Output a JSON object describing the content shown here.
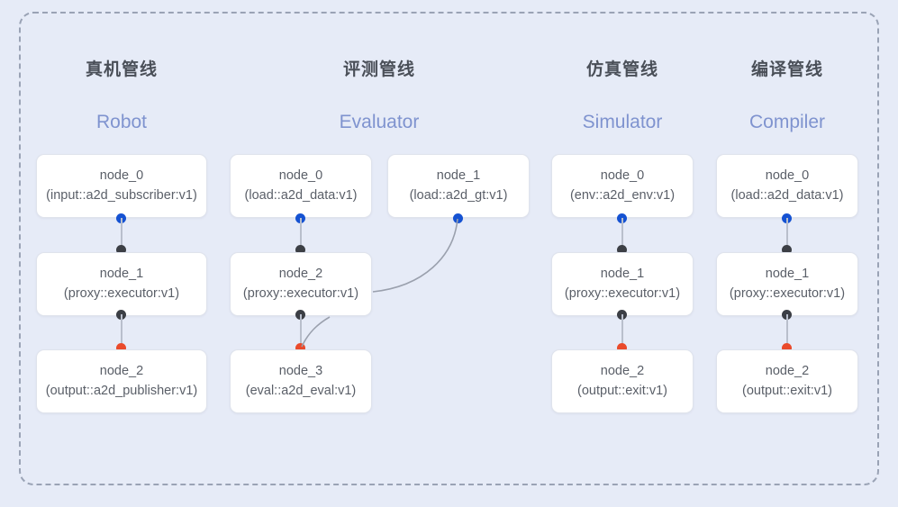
{
  "frame": {
    "label": "pipeline-group",
    "border_color": "#9aa3b5",
    "background": "#e6ebf7"
  },
  "palette": {
    "output_port": "#1552d2",
    "input_port": "#3c3f45",
    "terminal_port": "#ea4a2b",
    "connector": "#b9bfcc",
    "title": "#4a4f58",
    "subtitle": "#7f93cf",
    "node_text": "#5a5f68"
  },
  "columns": [
    {
      "title": "真机管线",
      "subtitle": "Robot",
      "nodes": [
        {
          "name": "node_0",
          "spec": "(input::a2d_subscriber:v1)"
        },
        {
          "name": "node_1",
          "spec": "(proxy::executor:v1)"
        },
        {
          "name": "node_2",
          "spec": "(output::a2d_publisher:v1)"
        }
      ]
    },
    {
      "title": "评测管线",
      "subtitle": "Evaluator",
      "nodes": [
        {
          "name": "node_0",
          "spec": "(load::a2d_data:v1)"
        },
        {
          "name": "node_1",
          "spec": "(load::a2d_gt:v1)"
        },
        {
          "name": "node_2",
          "spec": "(proxy::executor:v1)"
        },
        {
          "name": "node_3",
          "spec": "(eval::a2d_eval:v1)"
        }
      ]
    },
    {
      "title": "仿真管线",
      "subtitle": "Simulator",
      "nodes": [
        {
          "name": "node_0",
          "spec": "(env::a2d_env:v1)"
        },
        {
          "name": "node_1",
          "spec": "(proxy::executor:v1)"
        },
        {
          "name": "node_2",
          "spec": "(output::exit:v1)"
        }
      ]
    },
    {
      "title": "编译管线",
      "subtitle": "Compiler",
      "nodes": [
        {
          "name": "node_0",
          "spec": "(load::a2d_data:v1)"
        },
        {
          "name": "node_1",
          "spec": "(proxy::executor:v1)"
        },
        {
          "name": "node_2",
          "spec": "(output::exit:v1)"
        }
      ]
    }
  ]
}
